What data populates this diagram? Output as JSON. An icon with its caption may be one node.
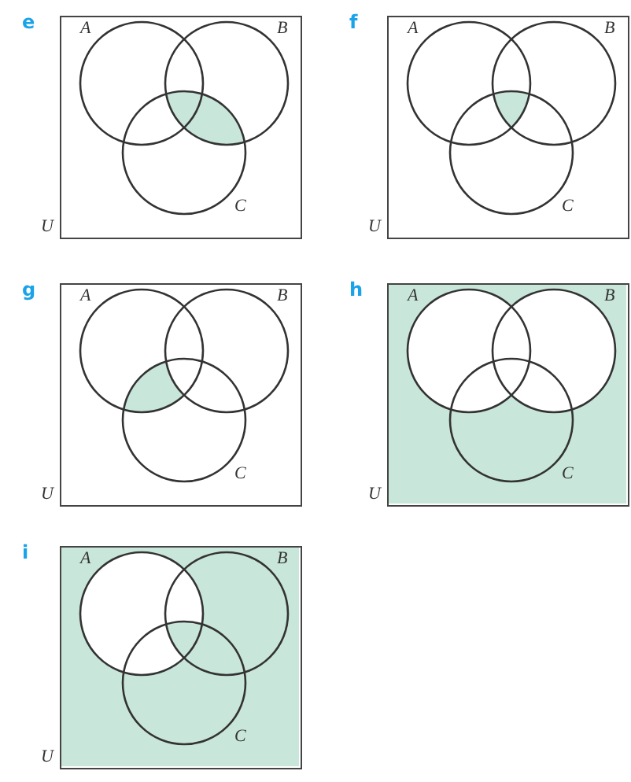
{
  "diagram": {
    "nodes": [
      {
        "text": [
          "e"
        ],
        "beside": [
          "U"
        ]
      },
      {
        "text": [
          "A"
        ],
        "in": 0
      },
      {
        "text": [
          "B"
        ],
        "in": 0
      },
      {
        "text": [
          "C"
        ],
        "in": 0
      },
      {
        "text": [
          "f"
        ],
        "beside": [
          "U"
        ]
      },
      {
        "text": [
          "A"
        ],
        "in": 4
      },
      {
        "text": [
          "B"
        ],
        "in": 4
      },
      {
        "text": [
          "C"
        ],
        "in": 4
      },
      {
        "text": [
          "g"
        ],
        "beside": [
          "U"
        ]
      },
      {
        "text": [
          "A"
        ],
        "in": 8
      },
      {
        "text": [
          "B"
        ],
        "in": 8
      },
      {
        "text": [
          "C"
        ],
        "in": 8
      },
      {
        "text": [
          "h"
        ],
        "beside": [
          "U"
        ]
      },
      {
        "text": [
          "A"
        ],
        "in": 12
      },
      {
        "text": [
          "B"
        ],
        "in": 12
      },
      {
        "text": [
          "C"
        ],
        "in": 12
      },
      {
        "text": [
          "i"
        ],
        "beside": [
          "U"
        ]
      },
      {
        "text": [
          "A"
        ],
        "in": 16
      },
      {
        "text": [
          "B"
        ],
        "in": 16
      },
      {
        "text": [
          "C"
        ],
        "in": 16
      }
    ]
  }
}
